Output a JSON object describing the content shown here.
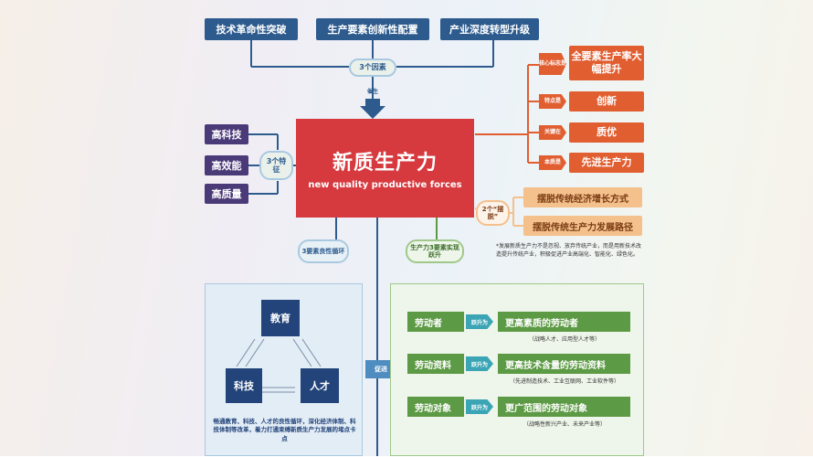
{
  "top_factors": {
    "items": [
      "技术革命性突破",
      "生产要素创新性配置",
      "产业深度转型升级"
    ],
    "group_label": "3个因素",
    "arrow_label": "催生"
  },
  "center": {
    "title": "新质生产力",
    "subtitle": "new quality productive forces"
  },
  "features": {
    "items": [
      "高科技",
      "高效能",
      "高质量"
    ],
    "group_label": "3个特征"
  },
  "right_traits": [
    {
      "tag": "核心标志是",
      "value": "全要素生产率大幅提升"
    },
    {
      "tag": "特点是",
      "value": "创新"
    },
    {
      "tag": "关键在",
      "value": "质优"
    },
    {
      "tag": "本质是",
      "value": "先进生产力"
    }
  ],
  "breakthroughs": {
    "label": "2个“摆脱”",
    "items": [
      "摆脱传统经济增长方式",
      "摆脱传统生产力发展路径"
    ]
  },
  "breakthrough_note": "*发展新质生产力不是忽视、放弃传统产业，而是用新技术改造提升传统产业，积极促进产业高端化、智能化、绿色化。",
  "left_panel": {
    "label": "3要素良性循环",
    "nodes": [
      "教育",
      "科技",
      "人才"
    ],
    "note": "畅通教育、科技、人才的良性循环，深化经济体制、科技体制等改革，着力打通束缚新质生产力发展的堵点卡点"
  },
  "promote_label": "促进",
  "right_panel": {
    "label": "生产力3要素实现跃升",
    "rows": [
      {
        "from": "劳动者",
        "arrow": "跃升为",
        "to": "更高素质的劳动者",
        "note": "（战略人才、应用型人才等）"
      },
      {
        "from": "劳动资料",
        "arrow": "跃升为",
        "to": "更高技术含量的劳动资料",
        "note": "（先进制造技术、工业互联网、工业软件等）"
      },
      {
        "from": "劳动对象",
        "arrow": "跃升为",
        "to": "更广范围的劳动对象",
        "note": "（战略性新兴产业、未来产业等）"
      }
    ]
  },
  "colors": {
    "navy": "#2d5b8e",
    "crimson": "#d63a3f",
    "orange": "#e15e31",
    "purple": "#4b3a78",
    "green": "#5d9a45",
    "teal": "#3ba5b6"
  }
}
